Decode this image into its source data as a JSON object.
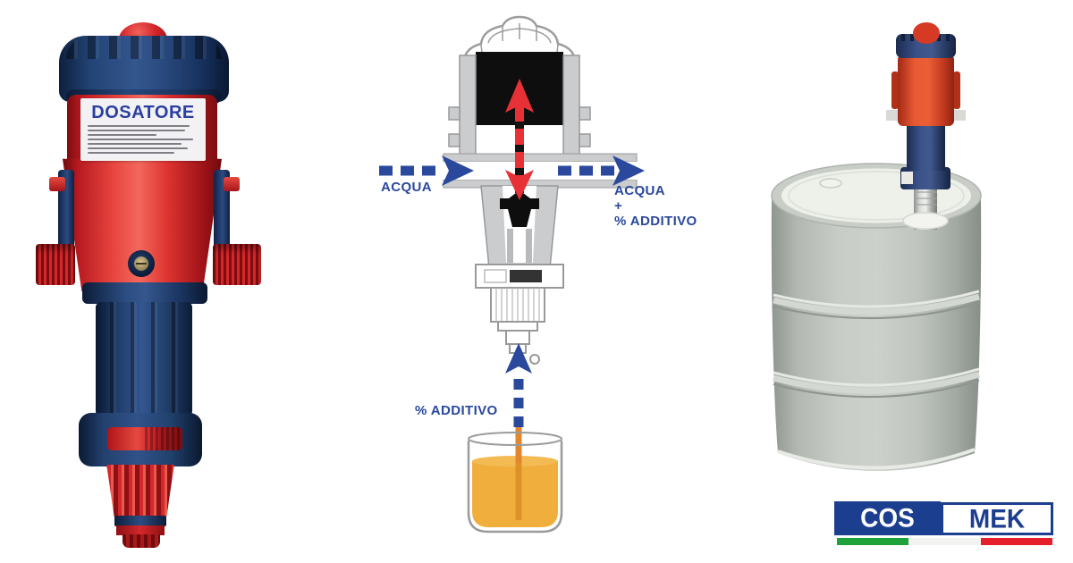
{
  "banner": {
    "product_label": {
      "title": "DOSATORE",
      "spec_lines": 7
    },
    "diagram": {
      "inlet_label": "ACQUA",
      "outlet_label_lines": [
        "ACQUA",
        "+",
        "% ADDITIVO"
      ],
      "additive_label": "% ADDITIVO"
    },
    "logo": {
      "text_left": "COS",
      "text_right": "MEK"
    },
    "colors": {
      "label_title_blue": "#2b3f9e",
      "diagram_arrow_blue": "#2a489c",
      "diagram_arrow_red": "#e73137",
      "diagram_piston_black": "#0e0e0e",
      "additive_liquid_orange": "#f0af3d",
      "additive_tube_orange": "#e2872f",
      "pump_body_red": "#cf2128",
      "pump_cap_navy": "#1d3a6d",
      "drum_gray": "#b9beb8",
      "drum_lid_white": "#eef0ea",
      "logo_blue": "#1c3e8e",
      "flag_green": "#1fa23a",
      "flag_red": "#e6202b"
    }
  }
}
